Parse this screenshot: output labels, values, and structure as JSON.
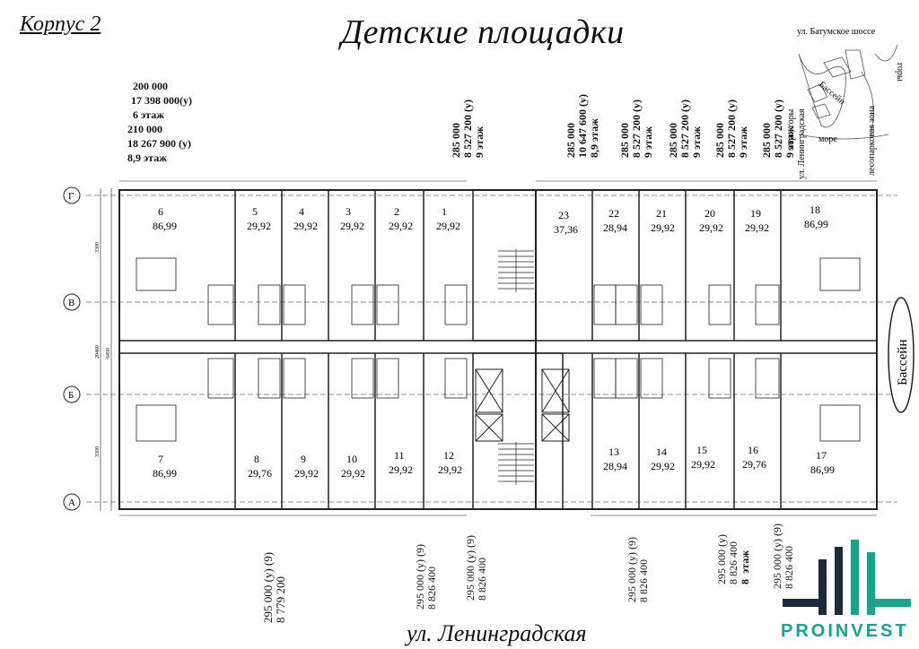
{
  "header": {
    "korpus": "Корпус 2",
    "title": "Детские площадки"
  },
  "street": "ул. Ленинградская",
  "price_block": [
    "200 000",
    "17 398 000(у)",
    "6 этаж",
    "210 000",
    "18 267 900 (у)",
    "8,9 этаж"
  ],
  "top_prices": [
    {
      "lines": [
        "285 000",
        "8 527 200 (у)",
        "9 этаж"
      ]
    },
    {
      "lines": [
        "285 000",
        "10 647 600 (у)",
        "8,9 этаж"
      ]
    },
    {
      "lines": [
        "285 000",
        "8 527 200 (у)",
        "9 этаж"
      ]
    },
    {
      "lines": [
        "285 000",
        "8 527 200 (у)",
        "9 этаж"
      ]
    },
    {
      "lines": [
        "285 000",
        "8 527 200 (у)",
        "9 этаж"
      ]
    },
    {
      "lines": [
        "285 000",
        "8 527 200 (у)",
        "9 этаж"
      ]
    }
  ],
  "bottom_prices": [
    {
      "lines": [
        "295 000 (у) (9)",
        "8 779 200"
      ]
    },
    {
      "lines": [
        "295 000 (у) (9)",
        "8 826 400"
      ]
    },
    {
      "lines": [
        "295 000 (у) (9)",
        "8 826 400"
      ]
    },
    {
      "lines": [
        "295 000 (у) (9)",
        "8 826 400"
      ]
    },
    {
      "lines": [
        "295 000 (у)",
        "8 826 400",
        "8  этаж"
      ]
    },
    {
      "lines": [
        "295 000 (у) (9)",
        "8 826 400"
      ]
    }
  ],
  "map": {
    "road": "ул. Батумское шоссе",
    "mountains_top": "горы",
    "park": "лесопарковая зона",
    "sea_mountains": "море, горы",
    "street": "ул. Ленинградская",
    "pool": "Бассейн",
    "sea": "море"
  },
  "pool_label": "Бассейн",
  "axes": [
    "Г",
    "В",
    "Б",
    "А"
  ],
  "apartments_top": [
    {
      "num": "6",
      "area": "86,99"
    },
    {
      "num": "5",
      "area": "29,92"
    },
    {
      "num": "4",
      "area": "29,92"
    },
    {
      "num": "3",
      "area": "29,92"
    },
    {
      "num": "2",
      "area": "29,92"
    },
    {
      "num": "1",
      "area": "29,92"
    },
    {
      "num": "23",
      "area": "37,36"
    },
    {
      "num": "22",
      "area": "28,94"
    },
    {
      "num": "21",
      "area": "29,92"
    },
    {
      "num": "20",
      "area": "29,92"
    },
    {
      "num": "19",
      "area": "29,92"
    },
    {
      "num": "18",
      "area": "86,99"
    }
  ],
  "apartments_bottom": [
    {
      "num": "7",
      "area": "86,99"
    },
    {
      "num": "8",
      "area": "29,76"
    },
    {
      "num": "9",
      "area": "29,92"
    },
    {
      "num": "10",
      "area": "29,92"
    },
    {
      "num": "11",
      "area": "29,92"
    },
    {
      "num": "12",
      "area": "29,92"
    },
    {
      "num": "13",
      "area": "28,94"
    },
    {
      "num": "14",
      "area": "29,92"
    },
    {
      "num": "15",
      "area": "29,92"
    },
    {
      "num": "16",
      "area": "29,76"
    },
    {
      "num": "17",
      "area": "86,99"
    }
  ],
  "dims": {
    "side_left": "3300",
    "side_mid": "6450",
    "side_total": "20460",
    "side_bottom": "3300"
  },
  "logo": {
    "name": "PROINVEST",
    "colors": {
      "teal": "#1aa38a",
      "dark": "#1c2a3a"
    }
  }
}
